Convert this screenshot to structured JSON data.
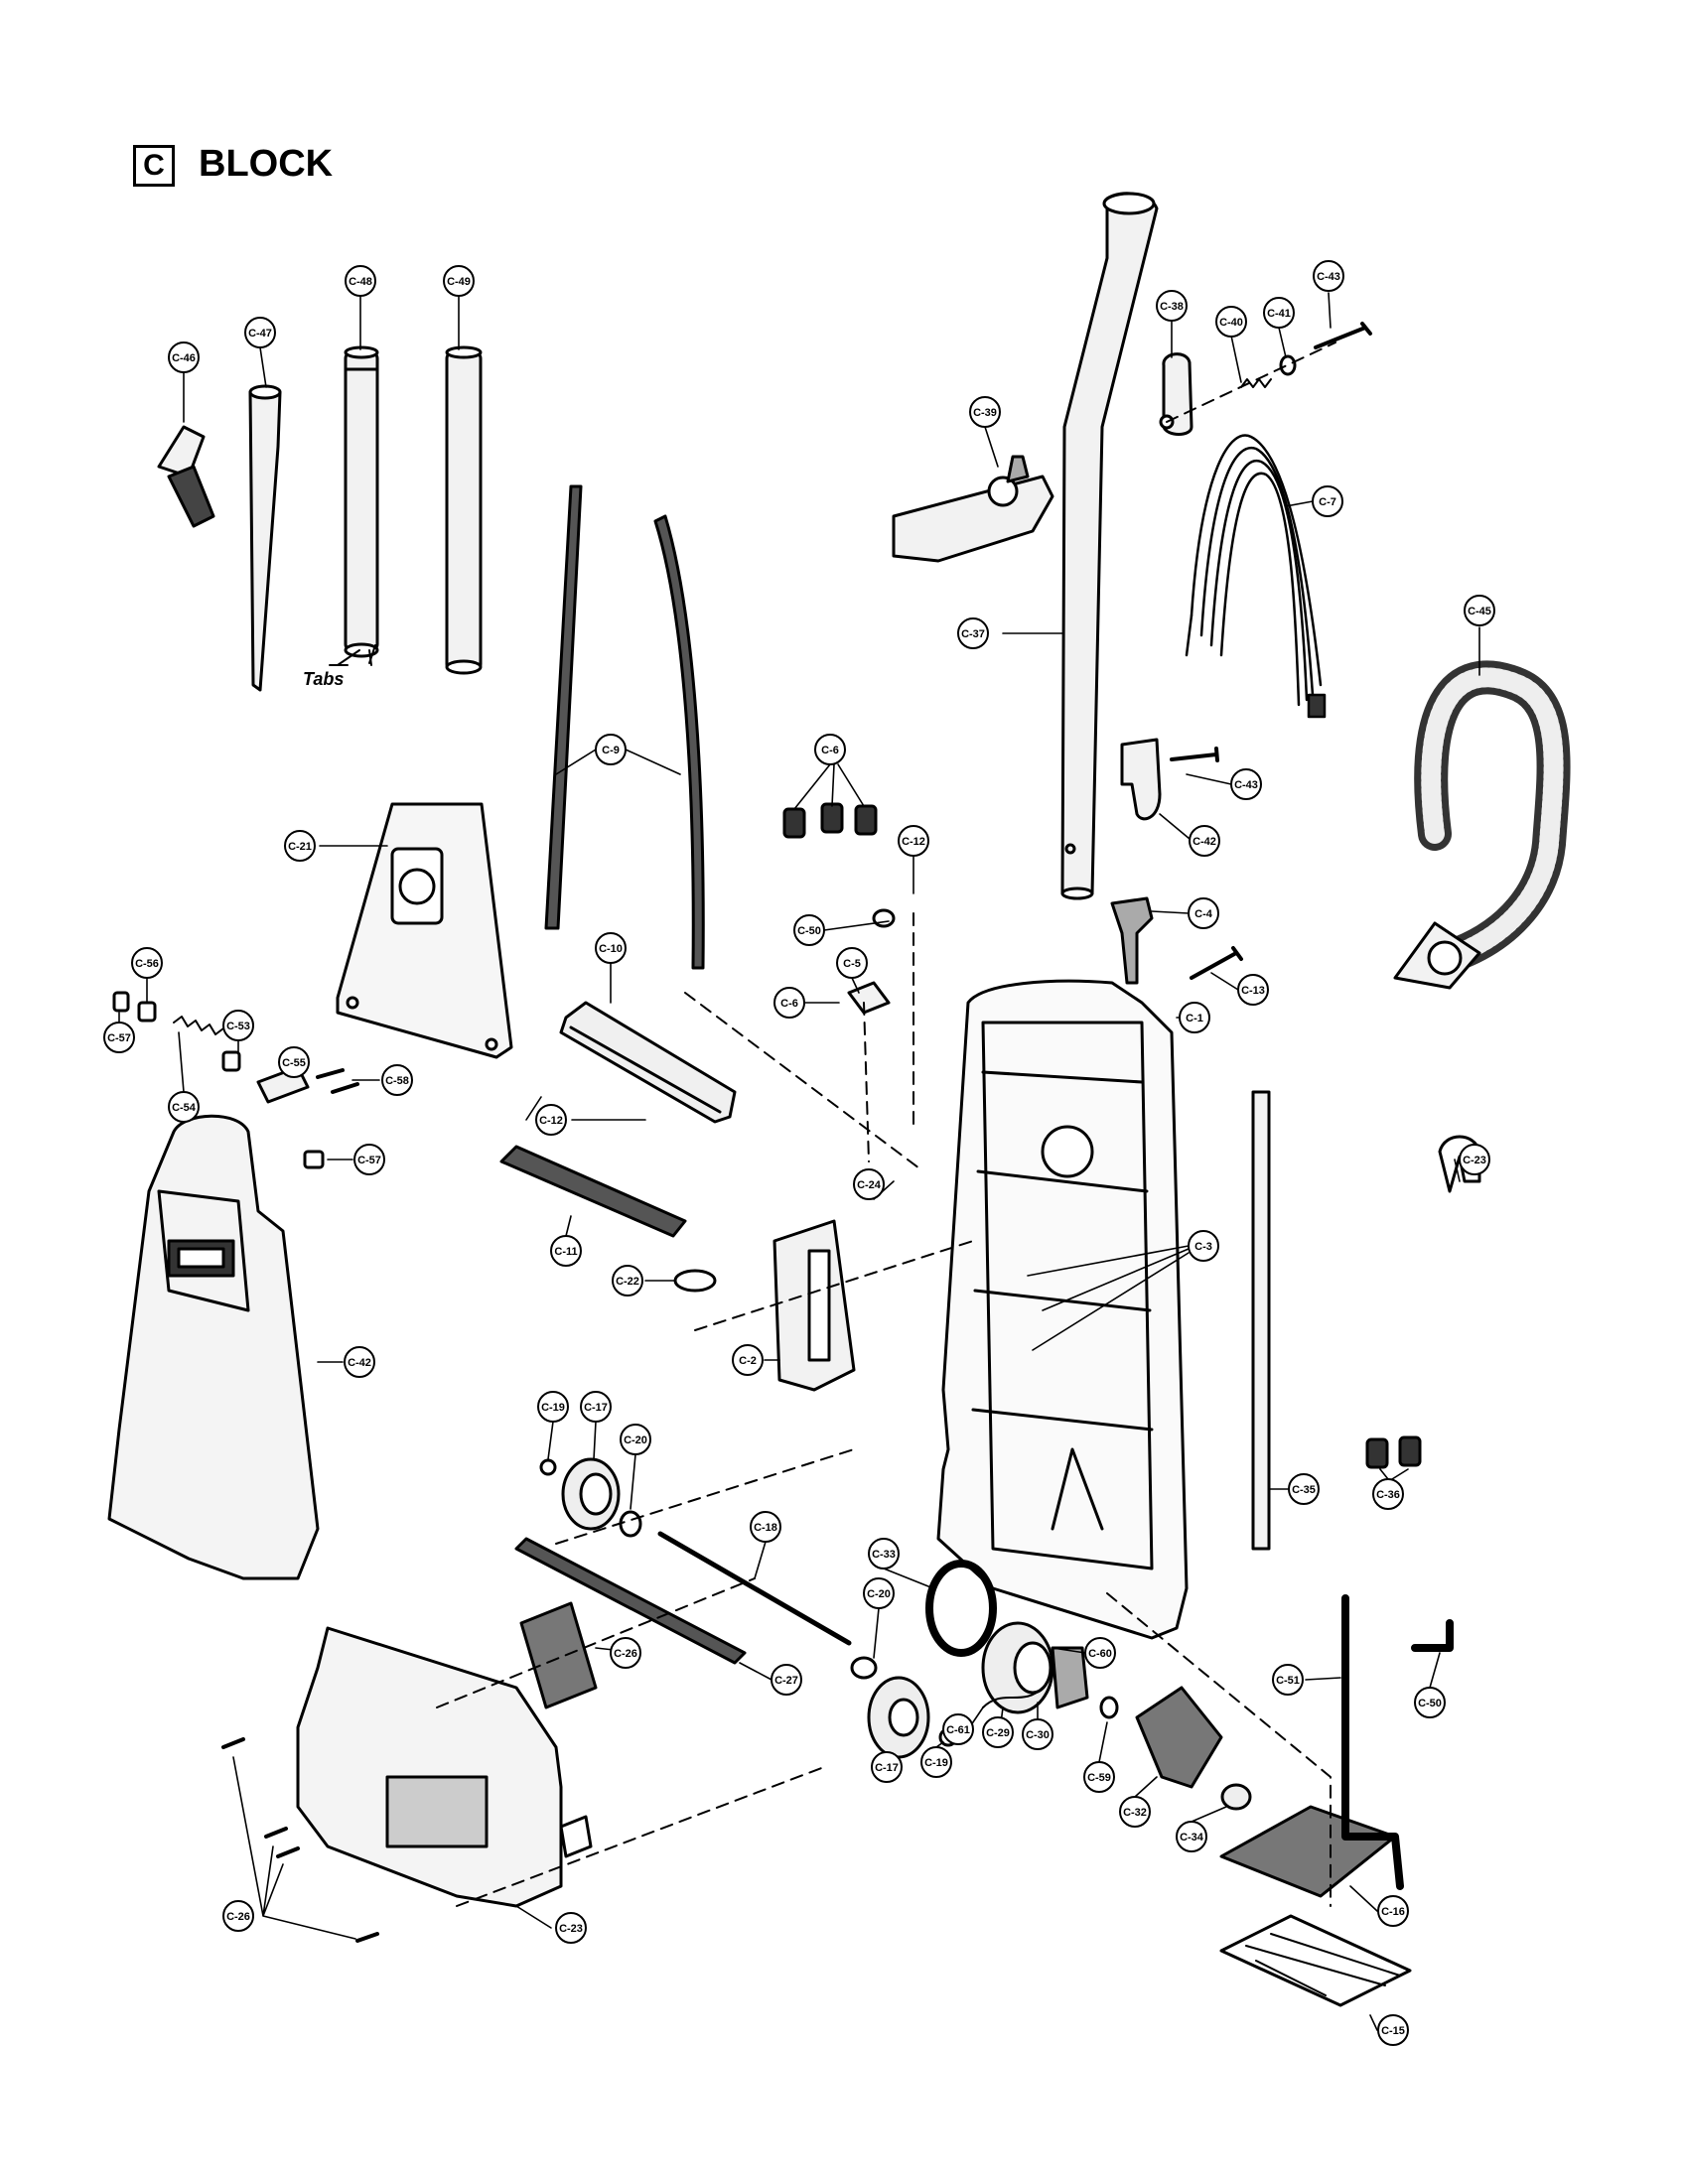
{
  "header": {
    "block_letter": "C",
    "block_word": "BLOCK"
  },
  "annotations": {
    "tabs": "Tabs"
  },
  "callouts": [
    "C-46",
    "C-47",
    "C-48",
    "C-49",
    "C-38",
    "C-40",
    "C-41",
    "C-43",
    "C-39",
    "C-7",
    "C-37",
    "C-45",
    "C-9",
    "C-6",
    "C-12",
    "C-21",
    "C-43",
    "C-42",
    "C-50",
    "C-4",
    "C-13",
    "C-5",
    "C-6",
    "C-10",
    "C-56",
    "C-53",
    "C-55",
    "C-57",
    "C-54",
    "C-58",
    "C-12",
    "C-1",
    "C-57",
    "C-11",
    "C-24",
    "C-23",
    "C-22",
    "C-3",
    "C-2",
    "C-42",
    "C-19",
    "C-17",
    "C-20",
    "C-35",
    "C-36",
    "C-18",
    "C-33",
    "C-20",
    "C-26",
    "C-27",
    "C-60",
    "C-51",
    "C-50",
    "C-61",
    "C-29",
    "C-30",
    "C-17",
    "C-19",
    "C-59",
    "C-32",
    "C-34",
    "C-26",
    "C-23",
    "C-16",
    "C-15"
  ]
}
